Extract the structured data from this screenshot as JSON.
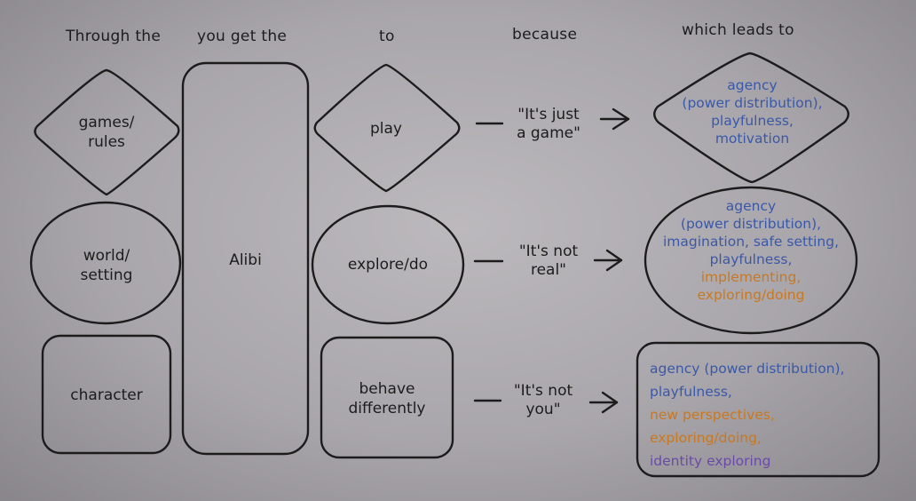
{
  "colors": {
    "ink": "#1c1c1c",
    "blue": "#3a58a8",
    "orange": "#c9781f",
    "purple": "#6a4aa8"
  },
  "headers": {
    "through": "Through the",
    "get": "you get the",
    "to": "to",
    "because": "because",
    "leads": "which leads to"
  },
  "sources": {
    "games": [
      "games/",
      "rules"
    ],
    "world": [
      "world/",
      "setting"
    ],
    "character": "character"
  },
  "alibi": "Alibi",
  "actions": {
    "play": "play",
    "explore": "explore/do",
    "behave": [
      "behave",
      "differently"
    ]
  },
  "reasons": {
    "game": [
      "\"It's just",
      "a game\""
    ],
    "real": [
      "\"It's not",
      "real\""
    ],
    "you": [
      "\"It's not",
      "you\""
    ]
  },
  "outcomes": {
    "row1": [
      "agency",
      "(power distribution),",
      "playfulness,",
      "motivation"
    ],
    "row2_blue": [
      "agency",
      "(power distribution),",
      "imagination, safe setting,",
      "playfulness,"
    ],
    "row2_orange": [
      "implementing,",
      "exploring/doing"
    ],
    "row3_blue": [
      "agency (power distribution),",
      "playfulness,"
    ],
    "row3_orange": [
      "new perspectives,",
      "exploring/doing,"
    ],
    "row3_purple": "identity exploring"
  }
}
